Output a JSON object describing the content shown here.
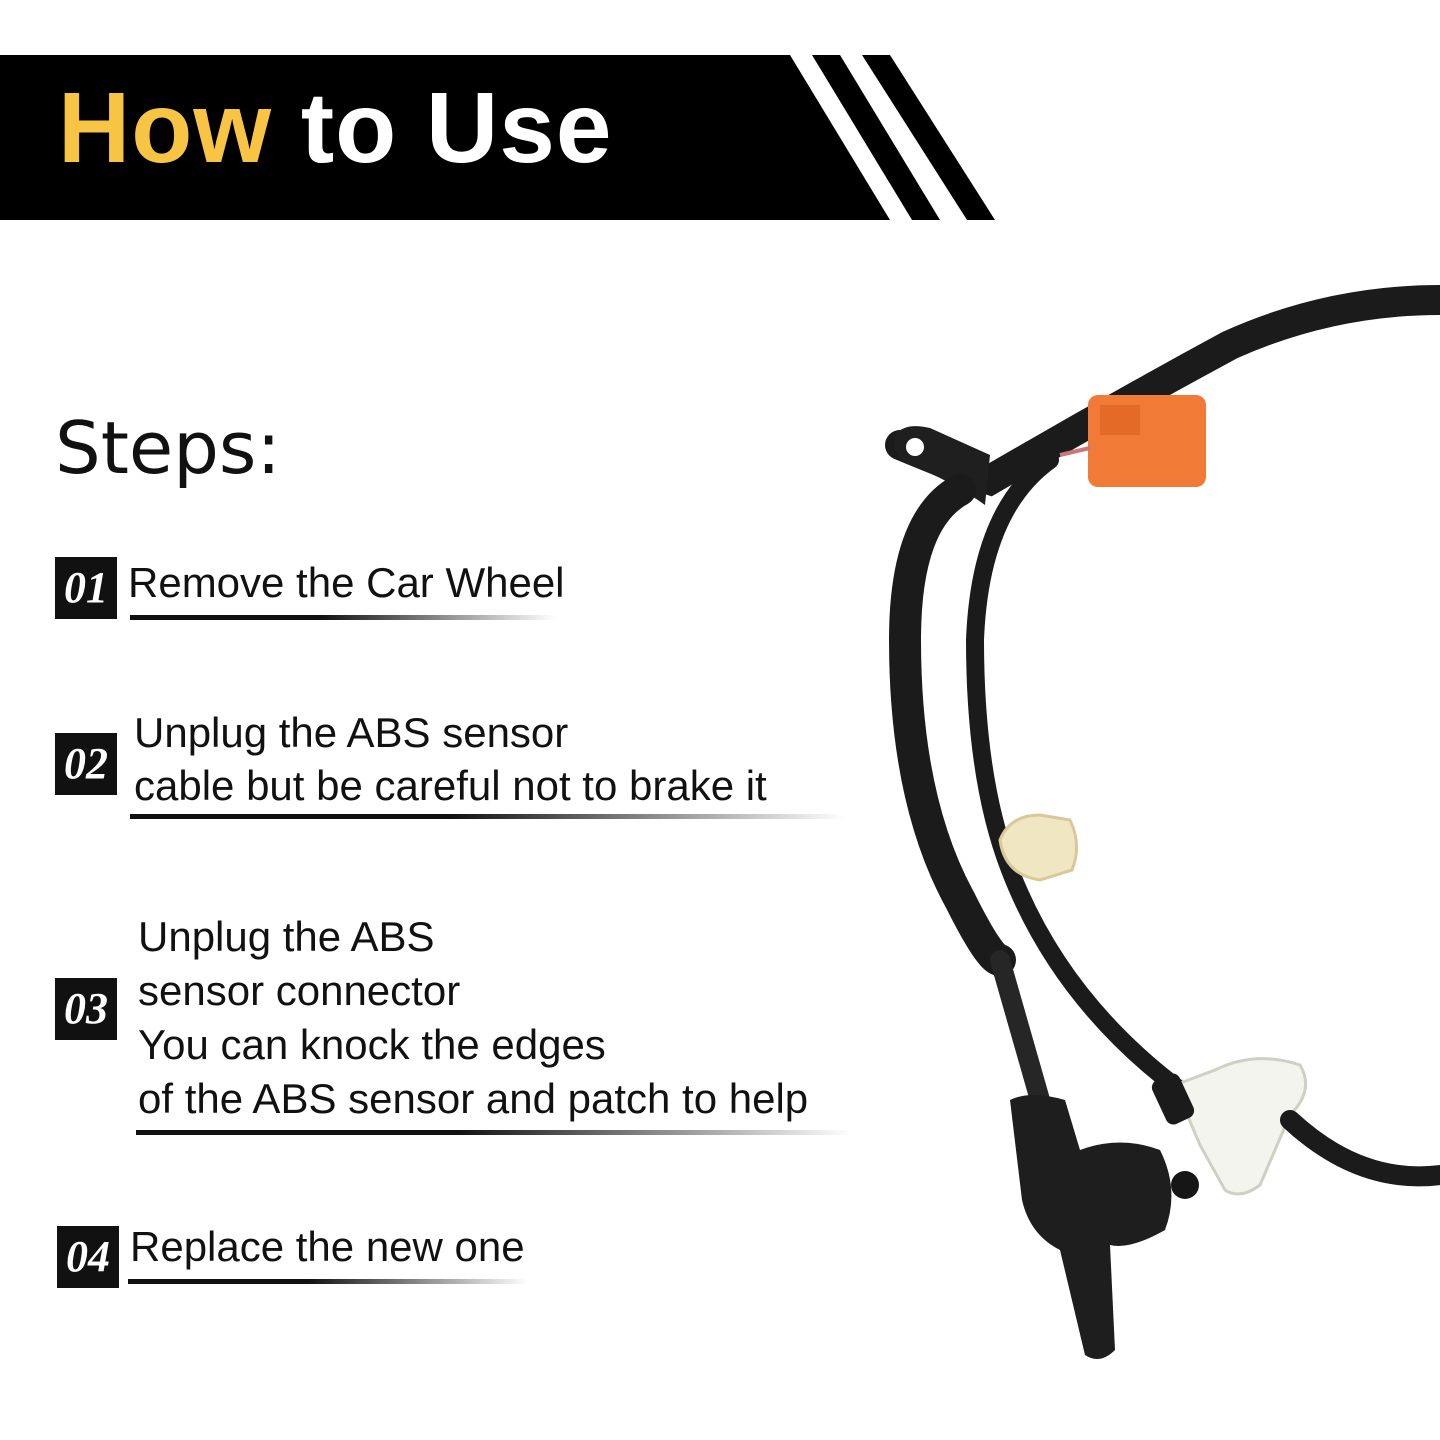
{
  "banner": {
    "title_accent": "How",
    "title_rest": " to Use"
  },
  "steps_heading": "Steps:",
  "steps": [
    {
      "number": "01",
      "lines": [
        "Remove the Car Wheel"
      ]
    },
    {
      "number": "02",
      "lines": [
        "Unplug the ABS sensor",
        "cable but be careful not to brake it"
      ]
    },
    {
      "number": "03",
      "lines": [
        "Unplug the ABS",
        "sensor connector",
        "You can knock the edges",
        "of the ABS sensor and patch to help"
      ]
    },
    {
      "number": "04",
      "lines": [
        "Replace the new one"
      ]
    }
  ],
  "colors": {
    "accent": "#f7c543",
    "banner_bg": "#000000",
    "connector": "#f07a36",
    "clip": "#f1e6c2",
    "cable": "#1b1b1b"
  },
  "product_image": "abs-sensor-cable"
}
